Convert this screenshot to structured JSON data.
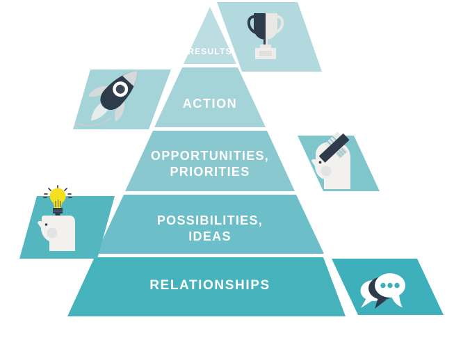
{
  "pyramid": {
    "levels": [
      {
        "name": "results",
        "lines": [
          "RESULTS"
        ]
      },
      {
        "name": "action",
        "lines": [
          "ACTION"
        ]
      },
      {
        "name": "opportunities-priorities",
        "lines": [
          "OPPORTUNITIES,",
          "PRIORITIES"
        ]
      },
      {
        "name": "possibilities-ideas",
        "lines": [
          "POSSIBILITIES,",
          "IDEAS"
        ]
      },
      {
        "name": "relationships",
        "lines": [
          "RELATIONSHIPS"
        ]
      }
    ]
  },
  "tiles": [
    {
      "name": "trophy-tile",
      "icon": "trophy-icon"
    },
    {
      "name": "rocket-tile",
      "icon": "rocket-icon"
    },
    {
      "name": "pencil-head-tile",
      "icon": "pencil-head-icon"
    },
    {
      "name": "lightbulb-head-tile",
      "icon": "lightbulb-head-icon"
    },
    {
      "name": "chat-tile",
      "icon": "chat-bubbles-icon"
    }
  ],
  "colors": {
    "background": "#ffffff",
    "band1": "#bcdde1",
    "band2": "#a4d3d8",
    "band3": "#8ac8cf",
    "band4": "#6cbfc8",
    "band5": "#46b2bc",
    "tile_trophy": "#b2d9dd",
    "tile_rocket": "#a4d3d8",
    "tile_pencil": "#7ec5cc",
    "tile_bulb": "#54b7c0",
    "tile_chat": "#3db0bb",
    "icon_dark": "#2e3b4a",
    "icon_white": "#ffffff",
    "icon_offwhite": "#f2f1ee",
    "icon_gray": "#d5d9da",
    "icon_gray_light": "#e9e8e5",
    "cheek": "#e0e4e4",
    "bulb_yellow": "#f6e01d",
    "ruler_stripe": "#8ccbd1",
    "trail": "#c9ced0",
    "label_text": "#ffffff"
  }
}
